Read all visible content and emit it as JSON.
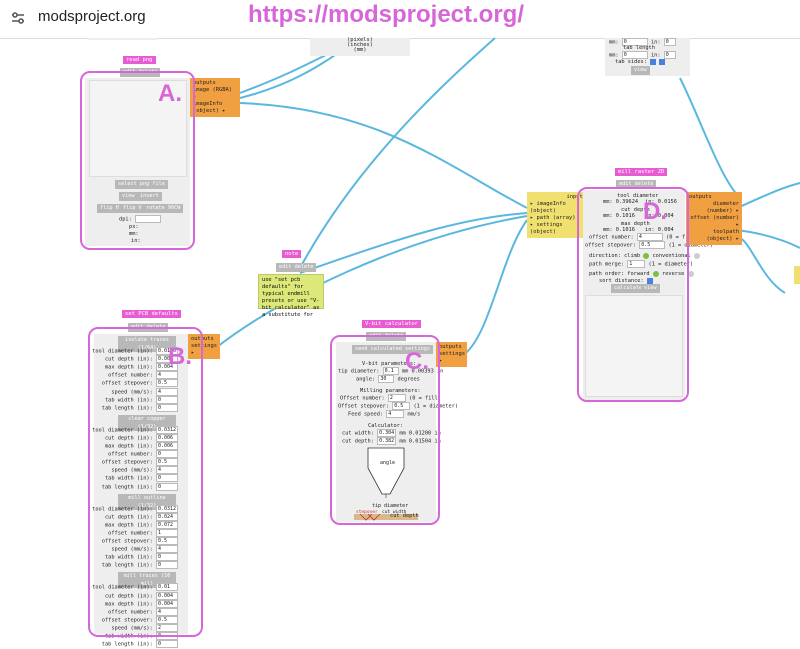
{
  "address_bar": {
    "url": "modsproject.org",
    "overlay_url": "https://modsproject.org/"
  },
  "top_fragment": {
    "lines": [
      "(pixels)",
      "(inches)",
      "(mm)"
    ]
  },
  "tr_fragment": {
    "mm1": "mm:",
    "in1": "in:",
    "tab_length": "tab length",
    "mm2": "mm:",
    "in2": "in:",
    "tab_sides": "tab sides:",
    "view": "view"
  },
  "read_png": {
    "title": "read png",
    "edit_delete": "edit delete",
    "outputs": "outputs",
    "out1": "image (RGBA) ▸",
    "out2": "imageInfo (object) ▸",
    "select_file": "select png file",
    "view": "view",
    "invert": "invert",
    "flip_h": "flip H",
    "flip_v": "flip V",
    "rotate": "rotate 90CW",
    "dpi": "dpi:",
    "px": "px:",
    "mm": "mm:",
    "in": "in:",
    "label": "A."
  },
  "note": {
    "title": "note",
    "edit_delete": "edit delete",
    "text": "use \"set pcb defaults\" for typical endmill presets or use \"V-bit calculator\" as a substitute for"
  },
  "pcb": {
    "title": "set PCB defaults",
    "edit_delete": "edit delete",
    "outputs": "outputs",
    "out1": "settings ▸",
    "label": "B.",
    "sections": [
      {
        "name": "isolate traces (1/64)",
        "rows": [
          [
            "tool diameter (in):",
            "0.0156"
          ],
          [
            "cut depth (in):",
            "0.004"
          ],
          [
            "max depth (in):",
            "0.004"
          ],
          [
            "offset number:",
            "4"
          ],
          [
            "offset stepover:",
            "0.5"
          ],
          [
            "speed (mm/s):",
            "4"
          ],
          [
            "tab width (in):",
            "0"
          ],
          [
            "tab length (in):",
            "0"
          ]
        ]
      },
      {
        "name": "clear copper (1/32)",
        "rows": [
          [
            "tool diameter (in):",
            "0.0312"
          ],
          [
            "cut depth (in):",
            "0.006"
          ],
          [
            "max depth (in):",
            "0.006"
          ],
          [
            "offset number:",
            "0"
          ],
          [
            "offset stepover:",
            "0.5"
          ],
          [
            "speed (mm/s):",
            "4"
          ],
          [
            "tab width (in):",
            "0"
          ],
          [
            "tab length (in):",
            "0"
          ]
        ]
      },
      {
        "name": "mill outline (1/32)",
        "rows": [
          [
            "tool diameter (in):",
            "0.0312"
          ],
          [
            "cut depth (in):",
            "0.024"
          ],
          [
            "max depth (in):",
            "0.072"
          ],
          [
            "offset number:",
            "1"
          ],
          [
            "offset stepover:",
            "0.5"
          ],
          [
            "speed (mm/s):",
            "4"
          ],
          [
            "tab width (in):",
            "0"
          ],
          [
            "tab length (in):",
            "0"
          ]
        ]
      },
      {
        "name": "mill traces (10 mil)",
        "rows": [
          [
            "tool diameter (in):",
            "0.01"
          ],
          [
            "cut depth (in):",
            "0.004"
          ],
          [
            "max depth (in):",
            "0.004"
          ],
          [
            "offset number:",
            "4"
          ],
          [
            "offset stepover:",
            "0.5"
          ],
          [
            "speed (mm/s):",
            "2"
          ],
          [
            "tab width (in):",
            "0"
          ],
          [
            "tab length (in):",
            "0"
          ]
        ]
      }
    ]
  },
  "vbit": {
    "title": "V-bit calculator",
    "edit_delete": "edit delete",
    "outputs": "outputs",
    "out1": "settings ▸",
    "send": "send calculated settings",
    "label": "C.",
    "params_hdr": "V-bit parameters:",
    "tip_label": "tip diameter:",
    "tip_mm": "0.1",
    "tip_in": "mm 0.00393",
    "tip_unit": "in",
    "angle_label": "angle:",
    "angle": "30",
    "angle_unit": "degrees",
    "mill_hdr": "Milling parameters:",
    "offset_label": "Offset number:",
    "offset": "2",
    "offset_note": "(0 = fill)",
    "stepover_label": "Offset stepover:",
    "stepover": "0.5",
    "stepover_note": "(1 = diameter)",
    "feed_label": "Feed speed:",
    "feed": "4",
    "feed_unit": "mm/s",
    "calc_hdr": "Calculator:",
    "cw_label": "cut width:",
    "cw_mm": "0.304",
    "cw_in": "mm 0.01200",
    "cw_unit": "in",
    "cd_label": "cut depth:",
    "cd_mm": "0.382",
    "cd_in": "mm 0.01504",
    "cd_unit": "in",
    "diag_angle": "angle",
    "diag_tip": "tip diameter",
    "diag_stepover": "stepover",
    "diag_cutwidth": "cut width",
    "diag_cutdepth": "cut depth"
  },
  "mill": {
    "title": "mill raster 2D",
    "edit_delete": "edit delete",
    "inputs": "inputs",
    "in1": "▸ imageInfo (object)",
    "in2": "▸ path (array)",
    "in3": "▸ settings (object)",
    "outputs": "outputs",
    "out1": "diameter (number) ▸",
    "out2": "offset (number) ▸",
    "out3": "toolpath (object) ▸",
    "label": "D.",
    "td_hdr": "tool diameter",
    "td_mm": "mm: 0.39624",
    "td_in": "in: 0.0156",
    "cd_hdr": "cut depth",
    "cd_mm": "mm: 0.1016",
    "cd_in": "in: 0.004",
    "md_hdr": "max depth",
    "md_mm": "mm: 0.1016",
    "md_in": "in: 0.004",
    "off_label": "offset number:",
    "off": "4",
    "off_note": "(0 = fill)",
    "step_label": "offset stepover:",
    "step": "0.5",
    "step_note": "(1 = diameter)",
    "dir_label": "direction: climb",
    "dir_conv": "conventional",
    "merge_label": "path merge:",
    "merge": "1",
    "merge_note": "(1 = diameter)",
    "order_label": "path order: forward",
    "order_rev": "reverse",
    "sort_label": "sort distance:",
    "calculate": "calculate",
    "view": "view"
  },
  "colors": {
    "title_pink": "#e85bd2",
    "wire_blue": "#5ab8df",
    "annot_magenta": "#d766d8",
    "io_orange": "#f0a040",
    "io_yellow": "#f0e070"
  }
}
